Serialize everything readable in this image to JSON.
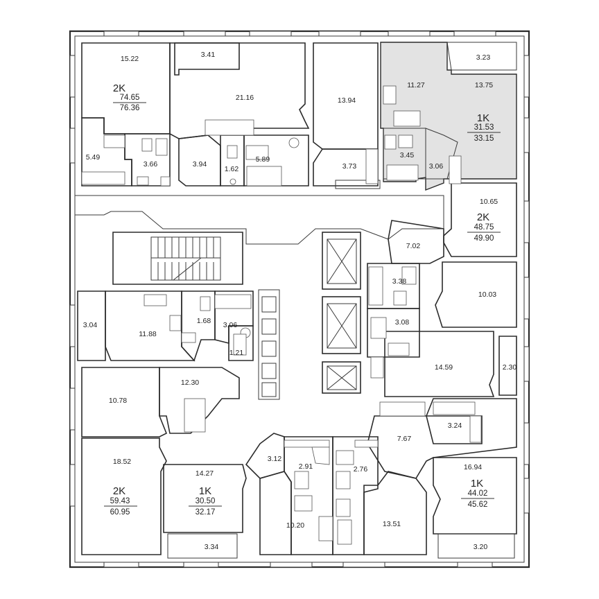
{
  "rooms": [
    {
      "id": "r1",
      "label": "15.22"
    },
    {
      "id": "r2",
      "label": "3.41"
    },
    {
      "id": "r3",
      "label": "21.16"
    },
    {
      "id": "r4",
      "label": "13.94"
    },
    {
      "id": "r5",
      "label": "11.27"
    },
    {
      "id": "r6",
      "label": "3.23"
    },
    {
      "id": "r7",
      "label": "13.75"
    },
    {
      "id": "r8",
      "label": "5.49"
    },
    {
      "id": "r9",
      "label": "3.66"
    },
    {
      "id": "r10",
      "label": "3.94"
    },
    {
      "id": "r11",
      "label": "1.62"
    },
    {
      "id": "r12",
      "label": "5.89"
    },
    {
      "id": "r13",
      "label": "3.73"
    },
    {
      "id": "r14",
      "label": "3.45"
    },
    {
      "id": "r15",
      "label": "3.06"
    },
    {
      "id": "r16",
      "label": "10.65"
    },
    {
      "id": "r17",
      "label": "7.02"
    },
    {
      "id": "r18",
      "label": "3.38"
    },
    {
      "id": "r19",
      "label": "10.03"
    },
    {
      "id": "r20",
      "label": "3.08"
    },
    {
      "id": "r21",
      "label": "3.04"
    },
    {
      "id": "r22",
      "label": "11.88"
    },
    {
      "id": "r23",
      "label": "1.68"
    },
    {
      "id": "r24",
      "label": "3.06"
    },
    {
      "id": "r25",
      "label": "1.21"
    },
    {
      "id": "r26",
      "label": "14.59"
    },
    {
      "id": "r27",
      "label": "2.30"
    },
    {
      "id": "r28",
      "label": "12.30"
    },
    {
      "id": "r29",
      "label": "10.78"
    },
    {
      "id": "r30",
      "label": "18.52"
    },
    {
      "id": "r31",
      "label": "14.27"
    },
    {
      "id": "r32",
      "label": "3.12"
    },
    {
      "id": "r33",
      "label": "2.91"
    },
    {
      "id": "r34",
      "label": "2.76"
    },
    {
      "id": "r35",
      "label": "7.67"
    },
    {
      "id": "r36",
      "label": "3.24"
    },
    {
      "id": "r37",
      "label": "16.94"
    },
    {
      "id": "r38",
      "label": "10.20"
    },
    {
      "id": "r39",
      "label": "13.51"
    },
    {
      "id": "r40",
      "label": "3.34"
    },
    {
      "id": "r41",
      "label": "3.20"
    }
  ],
  "units": [
    {
      "id": "u1",
      "type": "2K",
      "living": "74.65",
      "total": "76.36"
    },
    {
      "id": "u2",
      "type": "1K",
      "living": "31.53",
      "total": "33.15"
    },
    {
      "id": "u3",
      "type": "2K",
      "living": "48.75",
      "total": "49.90"
    },
    {
      "id": "u4",
      "type": "2K",
      "living": "59.43",
      "total": "60.95"
    },
    {
      "id": "u5",
      "type": "1K",
      "living": "30.50",
      "total": "32.17"
    },
    {
      "id": "u6",
      "type": "1K",
      "living": "44.02",
      "total": "45.62"
    }
  ],
  "colors": {
    "wall": "#2b2b2b",
    "highlight": "#e3e3e3",
    "background": "#ffffff"
  }
}
